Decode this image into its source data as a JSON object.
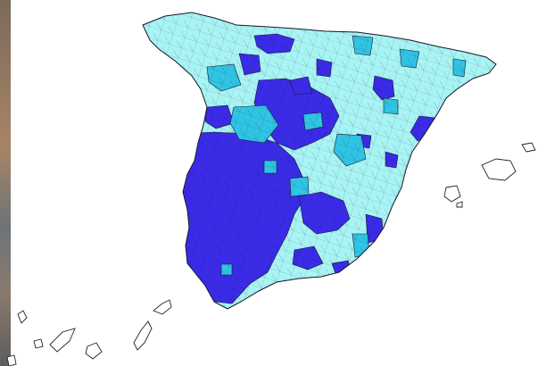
{
  "map": {
    "palette": {
      "low": "#a8f4f4",
      "medium": "#2fc4e4",
      "high": "#3a2be8",
      "outline": "#1a1a2e",
      "background": "#ffffff"
    },
    "icons": [
      "iberian-peninsula-map",
      "balearic-islands",
      "canary-islands"
    ]
  }
}
